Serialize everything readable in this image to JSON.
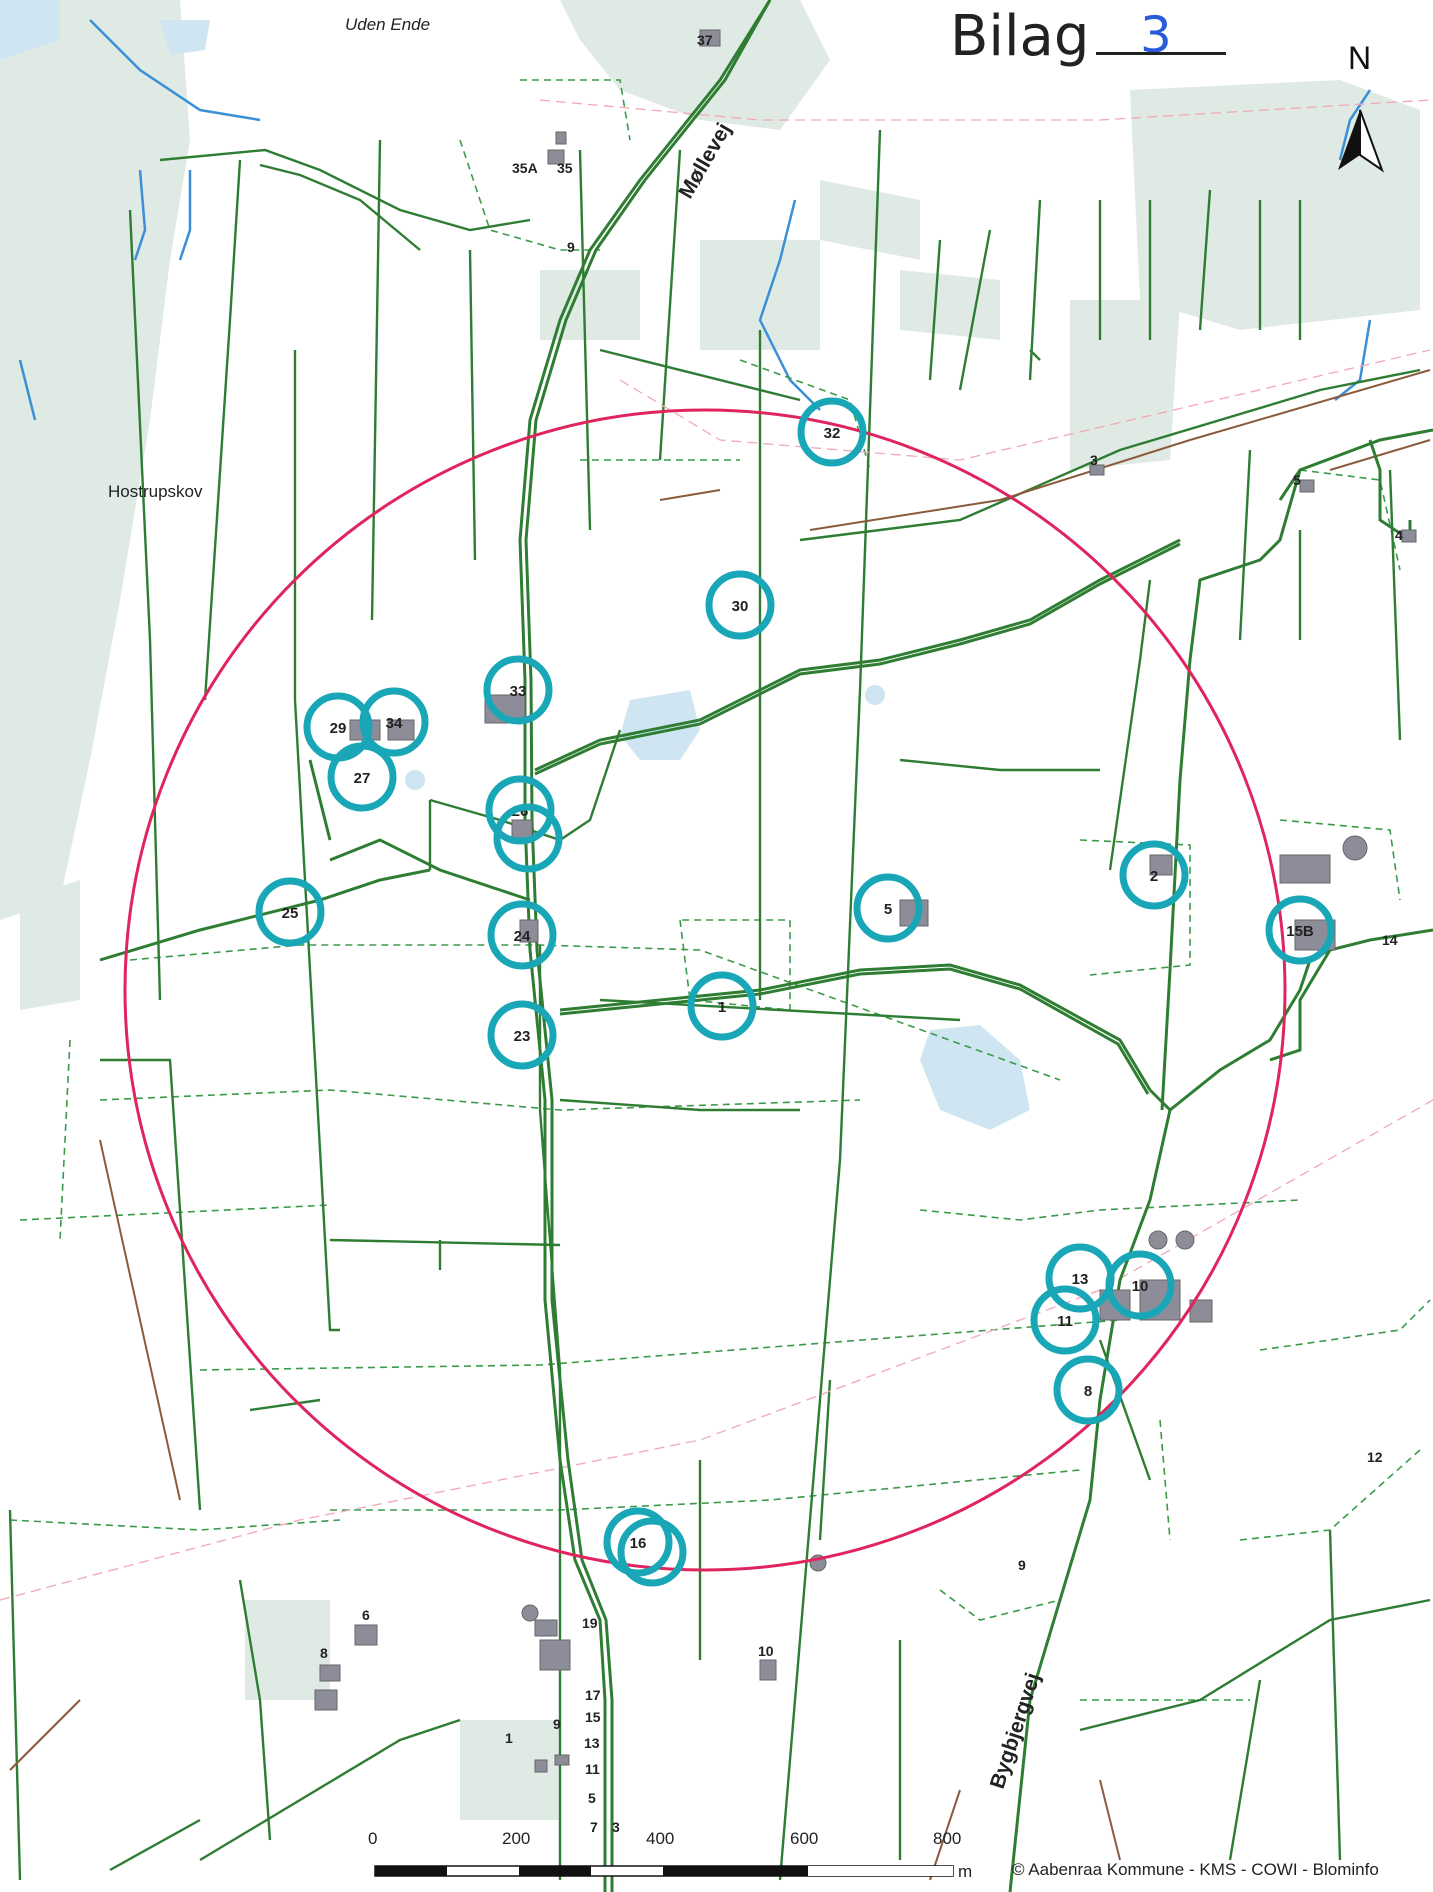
{
  "header": {
    "title": "Bilag",
    "number": "3"
  },
  "north_label": "N",
  "places": {
    "uden_ende": "Uden Ende",
    "hostrupskov": "Hostrupskov",
    "mollevej": "Møllevej",
    "bygbjergvej": "Bygbjergvej"
  },
  "markers": [
    {
      "label": "32"
    },
    {
      "label": "30"
    },
    {
      "label": "33"
    },
    {
      "label": "29"
    },
    {
      "label": "34"
    },
    {
      "label": "27"
    },
    {
      "label": "26"
    },
    {
      "label": "25"
    },
    {
      "label": "24"
    },
    {
      "label": "23"
    },
    {
      "label": "1"
    },
    {
      "label": "5"
    },
    {
      "label": "2"
    },
    {
      "label": "15B"
    },
    {
      "label": "13"
    },
    {
      "label": "10"
    },
    {
      "label": "11"
    },
    {
      "label": "8"
    },
    {
      "label": "16"
    }
  ],
  "house_numbers": [
    "37",
    "35A",
    "35",
    "9",
    "3",
    "5",
    "4",
    "14",
    "12",
    "9",
    "19",
    "10",
    "6",
    "8",
    "17",
    "15",
    "13",
    "11",
    "9",
    "1",
    "5",
    "7",
    "3"
  ],
  "scale_bar": {
    "ticks": [
      "0",
      "200",
      "400",
      "600",
      "800"
    ],
    "unit": "m"
  },
  "credit": "© Aabenraa Kommune - KMS - COWI - Blominfo",
  "colors": {
    "circle": "#e0245e",
    "marker": "#19a7b8",
    "road": "#2e7d32",
    "boundary": "#3b9a4a",
    "forest": "#dfe9e4",
    "water": "#cde6f3",
    "stream": "#3a8fd6"
  }
}
